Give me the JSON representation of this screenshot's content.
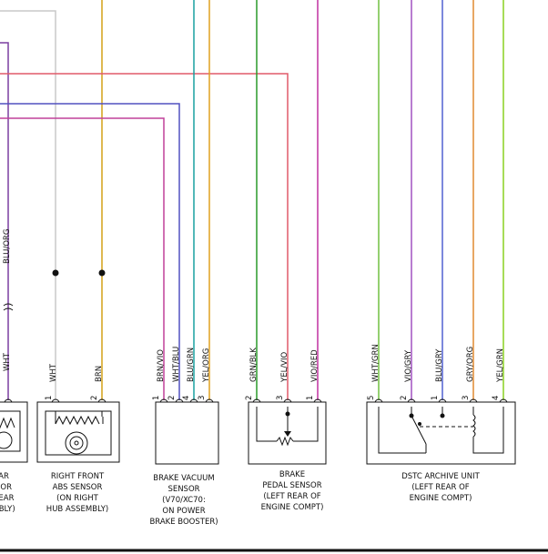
{
  "colors": {
    "wire_white": "#c8c8c8",
    "wire_purple": "#7b3fa0",
    "wire_blue_org": "#6a6ad8",
    "wire_yellow": "#d4a017",
    "wire_brn_vio": "#c0409a",
    "wire_wht_blu": "#5050c0",
    "wire_blu_grn": "#1aa0a0",
    "wire_yel_org": "#e0a020",
    "wire_grn_blk": "#2a9a2a",
    "wire_yel_vio": "#e05a6a",
    "wire_vio_red": "#c030a0",
    "wire_dst_wht_grn": "#70c040",
    "wire_dst_vio_gry": "#a050c0",
    "wire_dst_blu_gry": "#5060d0",
    "wire_dst_gry_org": "#e08a30",
    "wire_dst_yel_grn": "#8ad020"
  },
  "wire_labels": {
    "blu_org_left": "BLU/ORG",
    "wht_left": "WHT",
    "wht_abs": "WHT",
    "brn_abs": "BRN",
    "brn_vio": "BRN/VIO",
    "wht_blu": "WHT/BLU",
    "blu_grn": "BLU/GRN",
    "yel_org": "YEL/ORG",
    "grn_blk": "GRN/BLK",
    "yel_vio": "YEL/VIO",
    "vio_red": "VIO/RED",
    "wht_grn": "WHT/GRN",
    "vio_gry": "VIO/GRY",
    "blu_gry": "BLU/GRY",
    "gry_org": "GRY/ORG",
    "yel_grn": "YEL/GRN"
  },
  "pins": {
    "abs_wht": "1",
    "abs_brn": "2",
    "vac_1": "1",
    "vac_2": "2",
    "vac_4": "4",
    "vac_3": "3",
    "ped_2": "2",
    "ped_3": "3",
    "ped_1": "1",
    "dst_5": "5",
    "dst_2": "2",
    "dst_1": "1",
    "dst_3": "3",
    "dst_4": "4"
  },
  "components": {
    "left_partial": [
      "AR",
      "SOR",
      "REAR",
      "MBLY)"
    ],
    "abs_sensor": [
      "RIGHT FRONT",
      "ABS SENSOR",
      "(ON RIGHT",
      "HUB ASSEMBLY)"
    ],
    "vacuum_sensor": [
      "BRAKE VACUUM",
      "SENSOR",
      "(V70/XC70:",
      "ON POWER",
      "BRAKE BOOSTER)"
    ],
    "pedal_sensor": [
      "BRAKE",
      "PEDAL SENSOR",
      "(LEFT REAR OF",
      "ENGINE COMPT)"
    ],
    "dstc_unit": [
      "DSTC ARCHIVE UNIT",
      "(LEFT REAR OF",
      "ENGINE COMPT)"
    ]
  }
}
